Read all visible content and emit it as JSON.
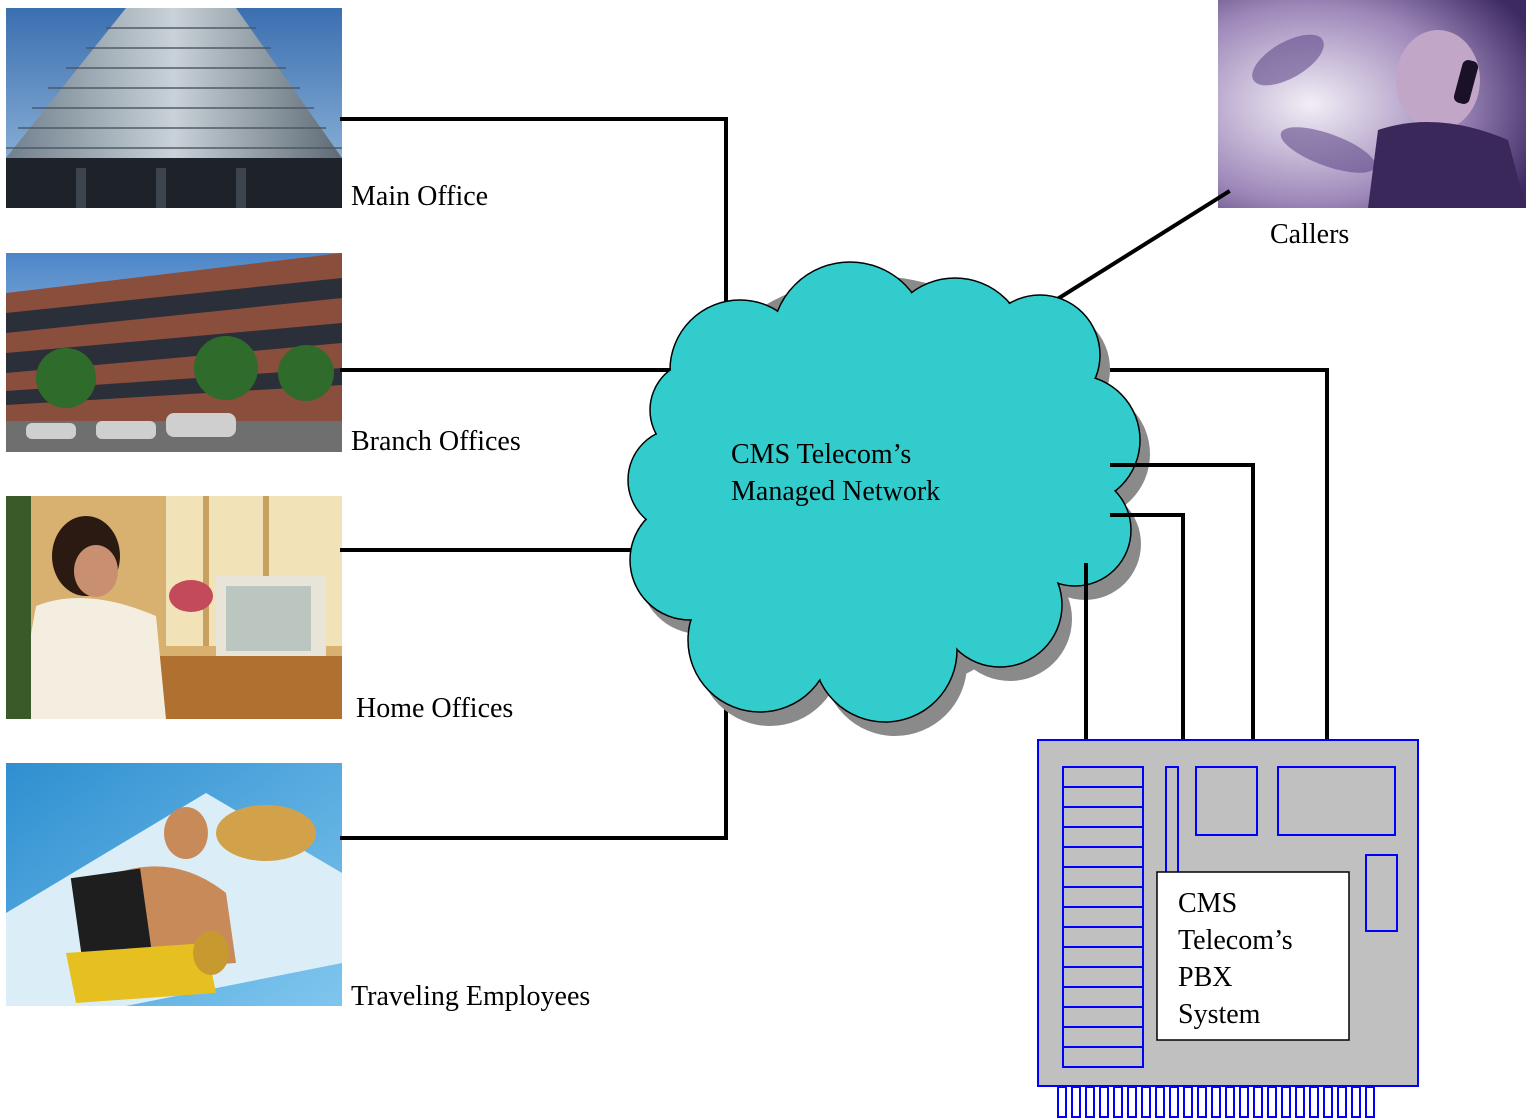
{
  "nodes": {
    "main_office": "Main Office",
    "branch_offices": "Branch Offices",
    "home_offices": "Home Offices",
    "traveling_employees": "Traveling Employees",
    "callers": "Callers"
  },
  "network": {
    "line1": "CMS Telecom’s",
    "line2": "Managed Network"
  },
  "pbx": {
    "line1": "CMS",
    "line2": "Telecom’s",
    "line3": "PBX",
    "line4": "System"
  },
  "photos": {
    "main_office": "office-tower-photo",
    "branch_offices": "office-building-photo",
    "home_offices": "woman-at-computer-photo",
    "traveling_employees": "man-on-pool-float-photo",
    "callers": "man-on-phone-photo"
  },
  "colors": {
    "cloud_fill": "#33cccc",
    "cloud_shadow": "#8a8a8a",
    "pbx_fill": "#c0c0c0",
    "pbx_stroke": "#0000ff",
    "connector": "#000000"
  }
}
